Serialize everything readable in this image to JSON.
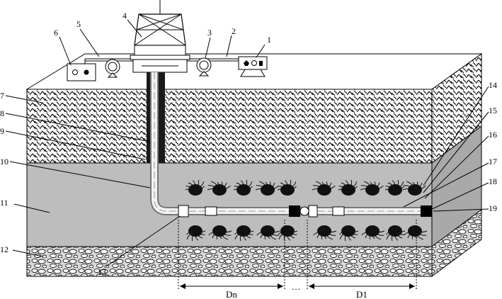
{
  "callouts": [
    "1",
    "2",
    "3",
    "4",
    "5",
    "6",
    "7",
    "8",
    "9",
    "10",
    "11",
    "12",
    "13",
    "14",
    "15",
    "16",
    "17",
    "18",
    "19"
  ],
  "dimensions": {
    "left": "Dn",
    "middle": "…",
    "right": "D1"
  }
}
